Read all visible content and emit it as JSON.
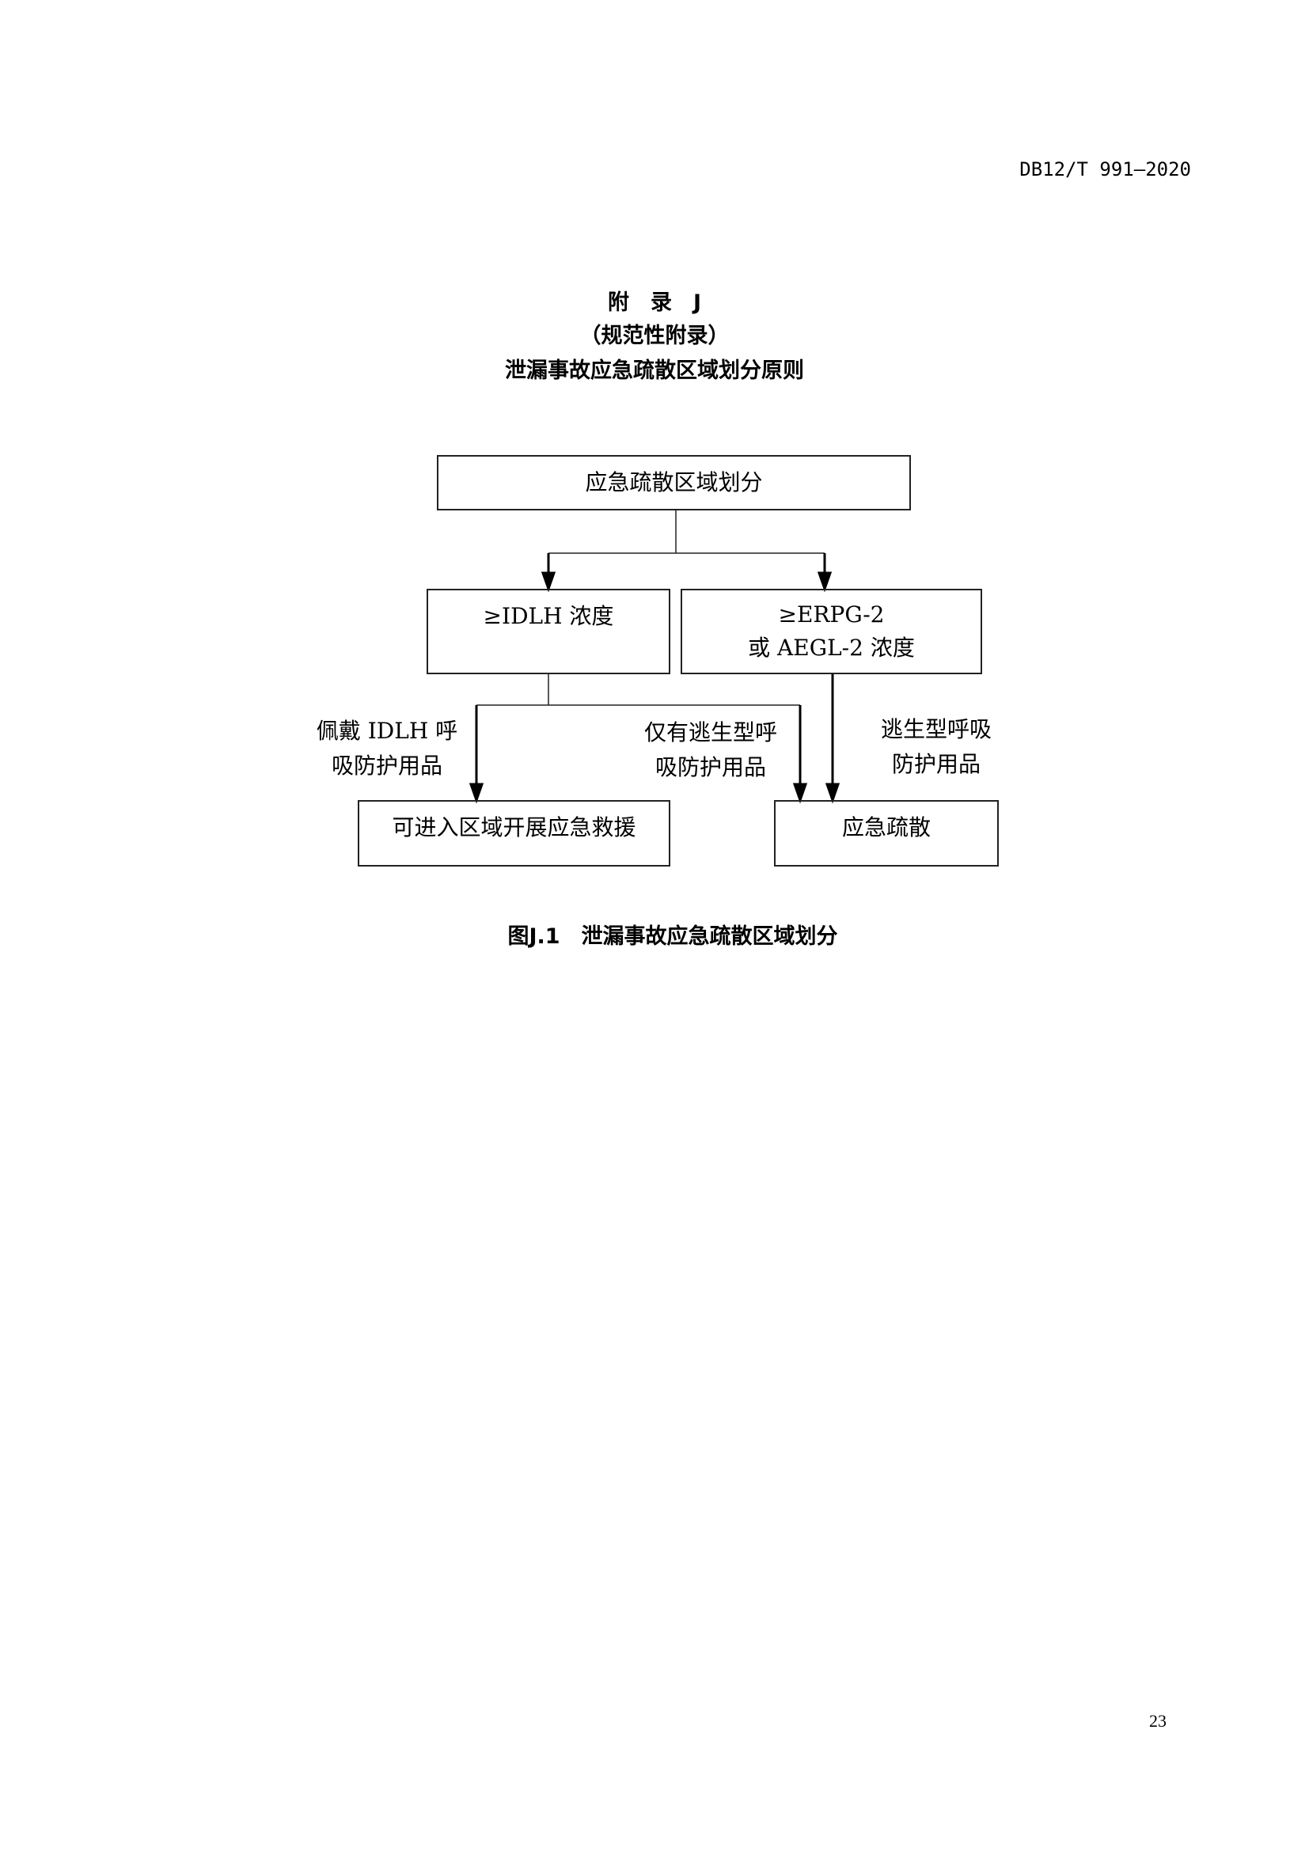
{
  "header": {
    "doc_code": "DB12/T 991—2020"
  },
  "appendix": {
    "label": "附　录　J",
    "type": "（规范性附录）",
    "title": "泄漏事故应急疏散区域划分原则"
  },
  "flowchart": {
    "root": "应急疏散区域划分",
    "idlh": "≥IDLH 浓度",
    "erpg_line1": "≥ERPG-2",
    "erpg_line2": "或 AEGL-2 浓度",
    "rescue": "可进入区域开展应急救援",
    "evacuate": "应急疏散",
    "label_idlh_ppe": [
      "佩戴 IDLH 呼",
      "吸防护用品"
    ],
    "label_escape_only": [
      "仅有逃生型呼",
      "吸防护用品"
    ],
    "label_escape": [
      "逃生型呼吸",
      "防护用品"
    ]
  },
  "caption": "图J.1　泄漏事故应急疏散区域划分",
  "page_number": "23"
}
